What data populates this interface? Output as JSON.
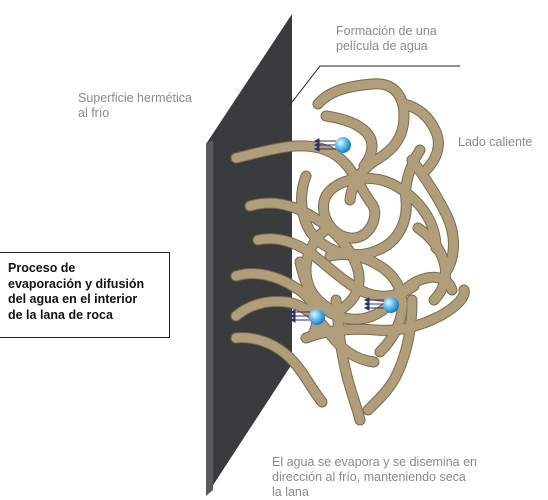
{
  "labels": {
    "film_formation": [
      "Formación de una",
      "película de agua"
    ],
    "surface": [
      "Superficie hermética",
      "al frío"
    ],
    "hot_side": "Lado caliente",
    "evaporation": [
      "El agua se evapora y se disemina en",
      "dirección al frío, manteniendo seca",
      "la lana"
    ]
  },
  "process_box": [
    "Proceso de",
    "evaporación y difusión",
    "del agua en el interior",
    "de la lana de roca"
  ],
  "colors": {
    "fiber": "#b09e7a",
    "fiber_outline": "#7a6a4d",
    "panel": "#3a3b3d",
    "panel_edge": "#5a5b5e",
    "droplet": "#3aa7e0",
    "arrow": "#2c2f6e",
    "leader_line": "#222222"
  },
  "icons": [
    "water-droplet-icon",
    "diffusion-arrows-icon"
  ]
}
